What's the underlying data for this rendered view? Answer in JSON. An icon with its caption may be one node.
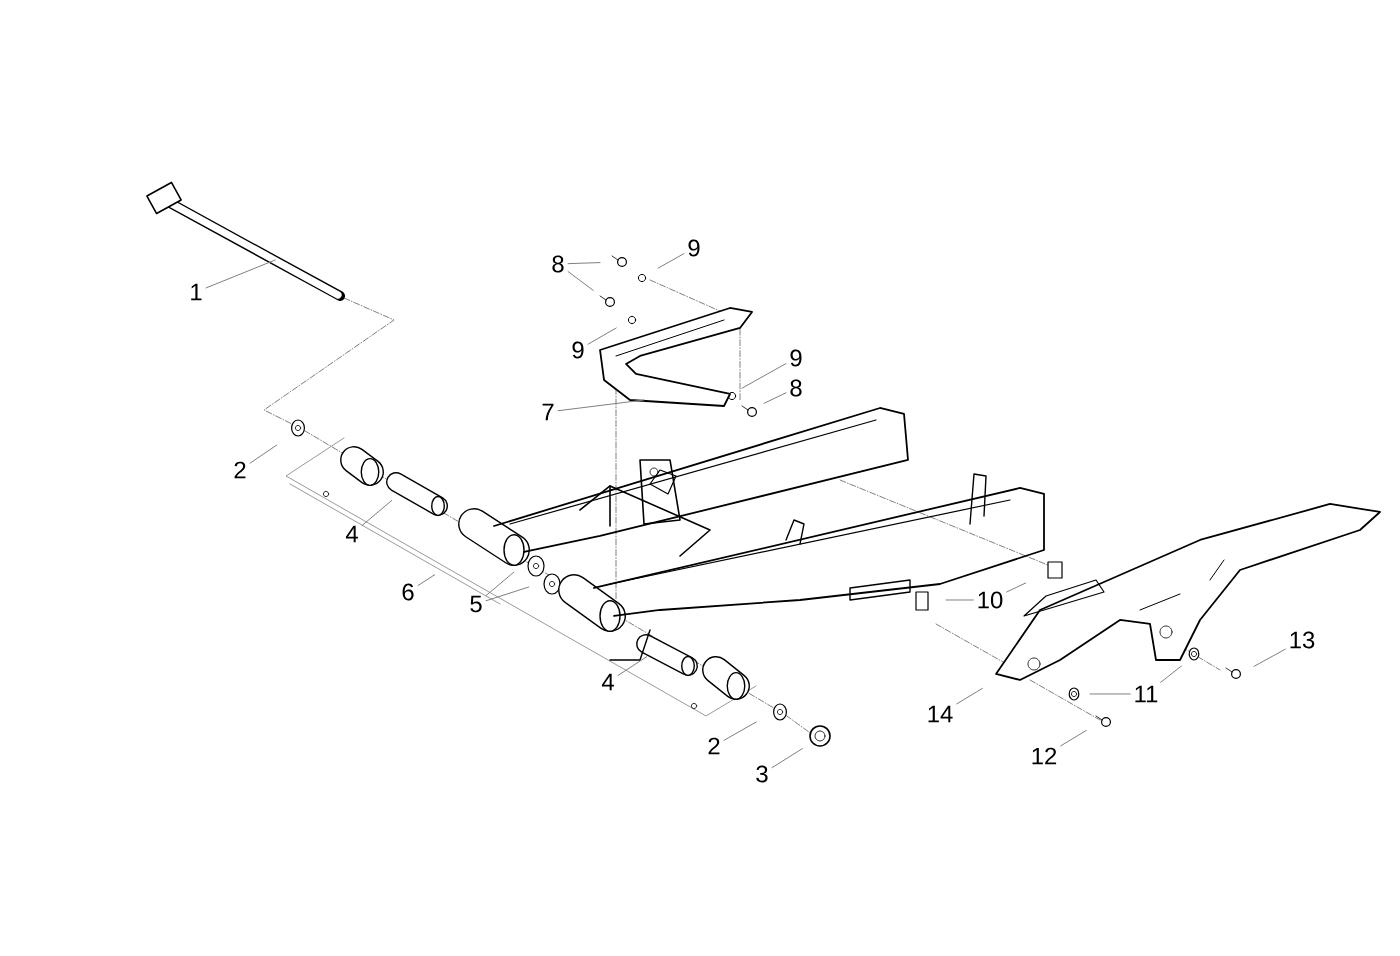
{
  "diagram": {
    "nodes": [
      {
        "text": [
          "8"
        ]
      },
      {
        "text": [
          "9"
        ]
      },
      {
        "text": [
          "1"
        ]
      },
      {
        "text": [
          "9"
        ]
      },
      {
        "text": [
          "9"
        ]
      },
      {
        "text": [
          "8"
        ]
      },
      {
        "text": [
          "7"
        ]
      },
      {
        "text": [
          "2"
        ]
      },
      {
        "text": [
          "4"
        ]
      },
      {
        "text": [
          "6"
        ]
      },
      {
        "text": [
          "5"
        ]
      },
      {
        "text": [
          "10"
        ]
      },
      {
        "text": [
          "13"
        ]
      },
      {
        "text": [
          "4"
        ]
      },
      {
        "text": [
          "11"
        ]
      },
      {
        "text": [
          "14"
        ]
      },
      {
        "text": [
          "2"
        ]
      },
      {
        "text": [
          "12"
        ]
      },
      {
        "text": [
          "3"
        ]
      }
    ],
    "edges": [
      {
        "from": 0,
        "to": null,
        "arrow": "none"
      },
      {
        "from": 0,
        "to": null,
        "arrow": "none"
      },
      {
        "from": 1,
        "to": null,
        "arrow": "none"
      },
      {
        "from": 2,
        "to": null,
        "arrow": "none"
      },
      {
        "from": 3,
        "to": null,
        "arrow": "none"
      },
      {
        "from": 4,
        "to": null,
        "arrow": "none"
      },
      {
        "from": 5,
        "to": null,
        "arrow": "none"
      },
      {
        "from": 6,
        "to": null,
        "arrow": "none"
      },
      {
        "from": 7,
        "to": null,
        "arrow": "none"
      },
      {
        "from": 8,
        "to": null,
        "arrow": "none"
      },
      {
        "from": 9,
        "to": null,
        "arrow": "none"
      },
      {
        "from": 10,
        "to": null,
        "arrow": "none"
      },
      {
        "from": 10,
        "to": null,
        "arrow": "none"
      },
      {
        "from": 11,
        "to": null,
        "arrow": "none"
      },
      {
        "from": 11,
        "to": null,
        "arrow": "none"
      },
      {
        "from": 12,
        "to": null,
        "arrow": "none"
      },
      {
        "from": 13,
        "to": null,
        "arrow": "none"
      },
      {
        "from": 14,
        "to": null,
        "arrow": "none"
      },
      {
        "from": 14,
        "to": null,
        "arrow": "none"
      },
      {
        "from": 15,
        "to": null,
        "arrow": "none"
      },
      {
        "from": 16,
        "to": null,
        "arrow": "none"
      },
      {
        "from": 17,
        "to": null,
        "arrow": "none"
      },
      {
        "from": 18,
        "to": null,
        "arrow": "none"
      }
    ]
  }
}
